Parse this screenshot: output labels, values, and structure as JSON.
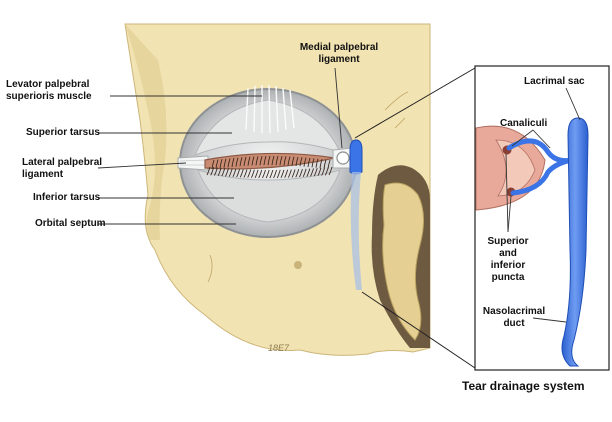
{
  "diagram": {
    "labels": {
      "medial_palpebral": [
        "Medial palpebral",
        "ligament"
      ],
      "levator": [
        "Levator palpebral",
        "superioris muscle"
      ],
      "superior_tarsus": "Superior tarsus",
      "lateral_palpebral": [
        "Lateral palpebral",
        "ligament"
      ],
      "inferior_tarsus": "Inferior tarsus",
      "orbital_septum": "Orbital septum",
      "lacrimal_sac": "Lacrimal sac",
      "canaliculi": "Canaliculi",
      "puncta": [
        "Superior",
        "and",
        "inferior",
        "puncta"
      ],
      "nasolacrimal": [
        "Nasolacrimal",
        "duct"
      ]
    },
    "caption": "Tear drainage system",
    "figure_code": "18E7"
  },
  "colors": {
    "bone": "#f2e3b2",
    "bone_shade": "#dcc78c",
    "septum": "#b9bcbd",
    "tarsus": "#d9dada",
    "lid_margin": "#c98b72",
    "duct_blue": "#3b74e6",
    "leader": "#333333"
  }
}
